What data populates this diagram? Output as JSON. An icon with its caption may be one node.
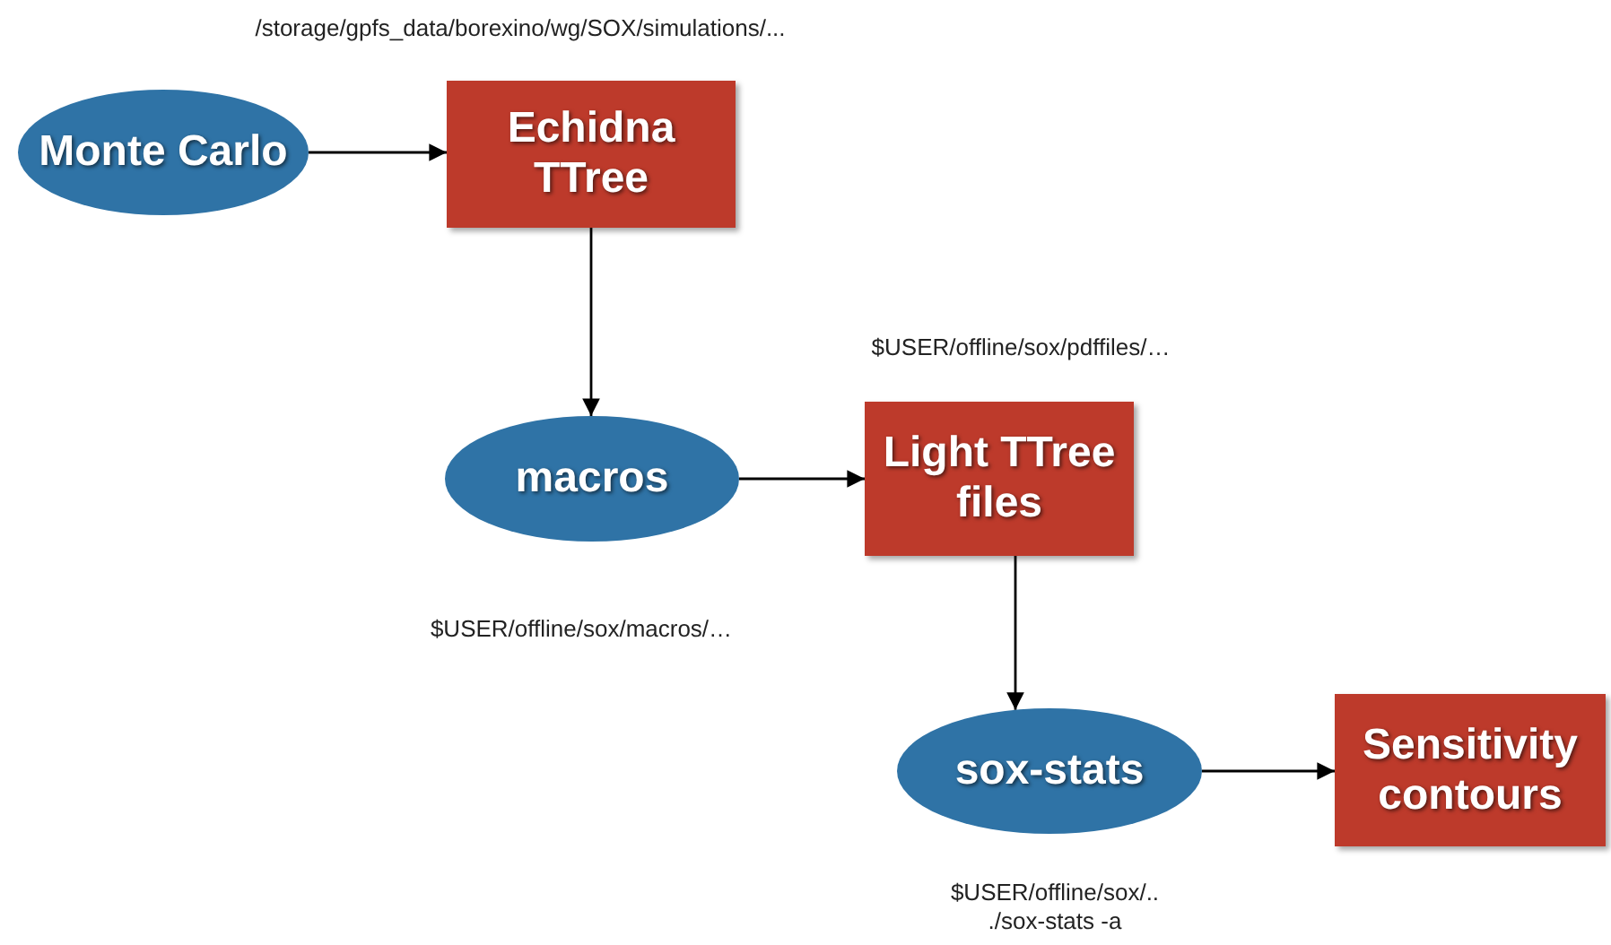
{
  "diagram": {
    "nodes": [
      {
        "text": [
          "Monte Carlo"
        ]
      },
      {
        "text": [
          "Echidna TTree"
        ],
        "beside": [
          "/storage/gpfs_data/borexino/wg/SOX/simulations/..."
        ]
      },
      {
        "text": [
          "macros"
        ],
        "beside": [
          "$USER/offline/sox/macros/…"
        ]
      },
      {
        "text": [
          "Light TTree files"
        ],
        "beside": [
          "$USER/offline/sox/pdffiles/…"
        ]
      },
      {
        "text": [
          "sox-stats"
        ],
        "beside": [
          "$USER/offline/sox/..",
          "./sox-stats -a"
        ]
      },
      {
        "text": [
          "Sensitivity contours"
        ]
      }
    ],
    "edges": [
      {
        "from": 0,
        "to": 1,
        "arrow": "to"
      },
      {
        "from": 1,
        "to": 2,
        "arrow": "to"
      },
      {
        "from": 2,
        "to": 3,
        "arrow": "to"
      },
      {
        "from": 3,
        "to": 4,
        "arrow": "to"
      },
      {
        "from": 4,
        "to": 5,
        "arrow": "to"
      }
    ]
  }
}
